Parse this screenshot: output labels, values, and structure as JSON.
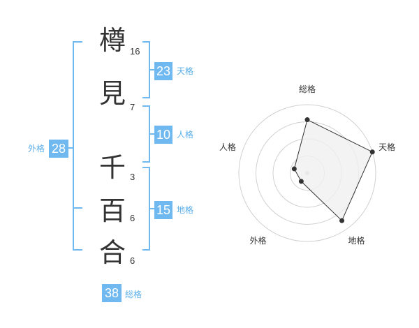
{
  "name_chars": [
    {
      "char": "樽",
      "strokes": "16"
    },
    {
      "char": "見",
      "strokes": "7"
    },
    {
      "char": "千",
      "strokes": "3"
    },
    {
      "char": "百",
      "strokes": "6"
    },
    {
      "char": "合",
      "strokes": "6"
    }
  ],
  "fortunes": {
    "tenkaku": {
      "label": "天格",
      "value": "23"
    },
    "jinkaku": {
      "label": "人格",
      "value": "10"
    },
    "chikaku": {
      "label": "地格",
      "value": "15"
    },
    "gaikaku": {
      "label": "外格",
      "value": "28"
    },
    "soukaku": {
      "label": "総格",
      "value": "38"
    }
  },
  "chart_data": {
    "type": "radar",
    "axes": [
      "総格",
      "天格",
      "地格",
      "外格",
      "人格"
    ],
    "values": [
      0.78,
      1.0,
      0.86,
      0.15,
      0.2
    ],
    "range": [
      0,
      1
    ],
    "rings": 4,
    "colors": {
      "fill": "#f0f0f0",
      "line": "#333333",
      "grid": "#d0d0d0",
      "accent": "#6fb9f0"
    }
  }
}
